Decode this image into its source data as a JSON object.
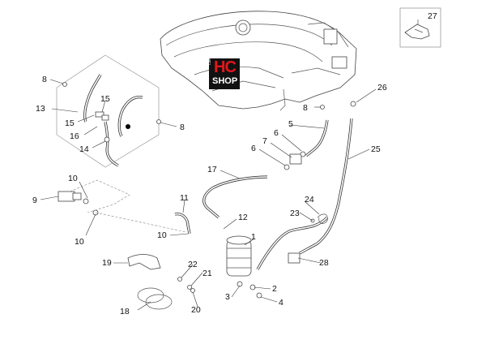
{
  "logo": {
    "brand": "HC",
    "sub": "SHOP",
    "side": "Cafemoto.eu"
  },
  "labels": [
    {
      "id": "27",
      "text": "27"
    },
    {
      "id": "8a",
      "text": "8"
    },
    {
      "id": "13",
      "text": "13"
    },
    {
      "id": "15a",
      "text": "15"
    },
    {
      "id": "15b",
      "text": "15"
    },
    {
      "id": "16",
      "text": "16"
    },
    {
      "id": "14",
      "text": "14"
    },
    {
      "id": "8b",
      "text": "8"
    },
    {
      "id": "26",
      "text": "26"
    },
    {
      "id": "8c",
      "text": "8"
    },
    {
      "id": "5",
      "text": "5"
    },
    {
      "id": "6a",
      "text": "6"
    },
    {
      "id": "7",
      "text": "7"
    },
    {
      "id": "6b",
      "text": "6"
    },
    {
      "id": "25",
      "text": "25"
    },
    {
      "id": "17",
      "text": "17"
    },
    {
      "id": "10a",
      "text": "10"
    },
    {
      "id": "9",
      "text": "9"
    },
    {
      "id": "10b",
      "text": "10"
    },
    {
      "id": "11",
      "text": "11"
    },
    {
      "id": "12",
      "text": "12"
    },
    {
      "id": "10c",
      "text": "10"
    },
    {
      "id": "1",
      "text": "1"
    },
    {
      "id": "24",
      "text": "24"
    },
    {
      "id": "23",
      "text": "23"
    },
    {
      "id": "28",
      "text": "28"
    },
    {
      "id": "19",
      "text": "19"
    },
    {
      "id": "22",
      "text": "22"
    },
    {
      "id": "21",
      "text": "21"
    },
    {
      "id": "18",
      "text": "18"
    },
    {
      "id": "20",
      "text": "20"
    },
    {
      "id": "3",
      "text": "3"
    },
    {
      "id": "2",
      "text": "2"
    },
    {
      "id": "4",
      "text": "4"
    }
  ]
}
